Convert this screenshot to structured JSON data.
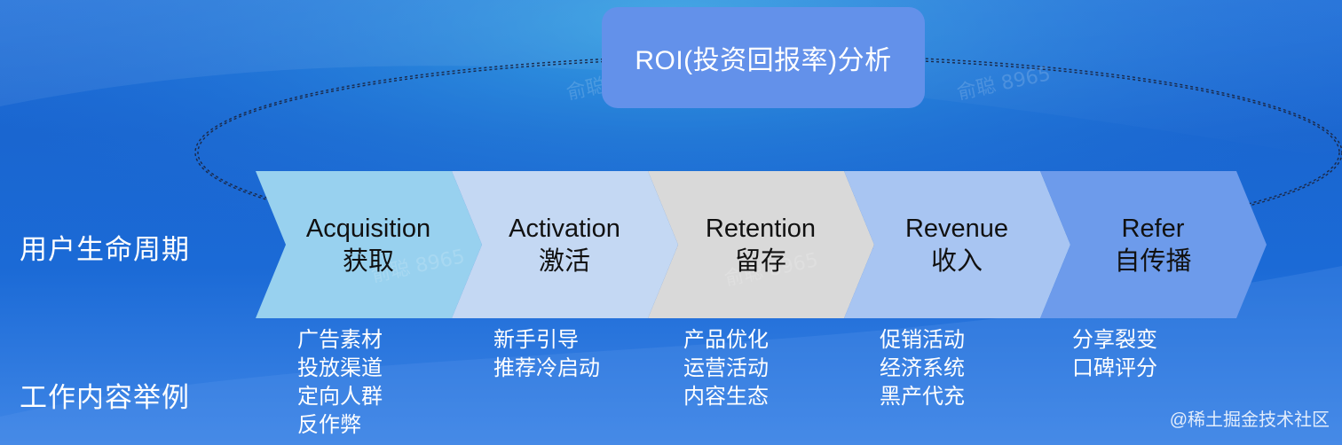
{
  "roi_box": {
    "label": "ROI(投资回报率)分析"
  },
  "row_labels": {
    "lifecycle": "用户生命周期",
    "work_examples": "工作内容举例"
  },
  "stages": [
    {
      "name_en": "Acquisition",
      "name_zh": "获取",
      "color": "#98d1ef",
      "examples": [
        "广告素材",
        "投放渠道",
        "定向人群",
        "反作弊"
      ]
    },
    {
      "name_en": "Activation",
      "name_zh": "激活",
      "color": "#c4d8f3",
      "examples": [
        "新手引导",
        "推荐冷启动"
      ]
    },
    {
      "name_en": "Retention",
      "name_zh": "留存",
      "color": "#d9d9d9",
      "examples": [
        "产品优化",
        "运营活动",
        "内容生态"
      ]
    },
    {
      "name_en": "Revenue",
      "name_zh": "收入",
      "color": "#a8c5f2",
      "examples": [
        "促销活动",
        "经济系统",
        "黑产代充"
      ]
    },
    {
      "name_en": "Refer",
      "name_zh": "自传播",
      "color": "#6d9beb",
      "examples": [
        "分享裂变",
        "口碑评分"
      ]
    }
  ],
  "watermarks": [
    "俞聪 8965",
    "俞聪 8965",
    "俞聪 8965",
    "俞聪 8965"
  ],
  "footer": "@稀土掘金技术社区",
  "colors": {
    "background": "#1f6fd8",
    "roi_box": "#6391ea",
    "stage_text": "#111111",
    "label_text": "#ffffff"
  }
}
